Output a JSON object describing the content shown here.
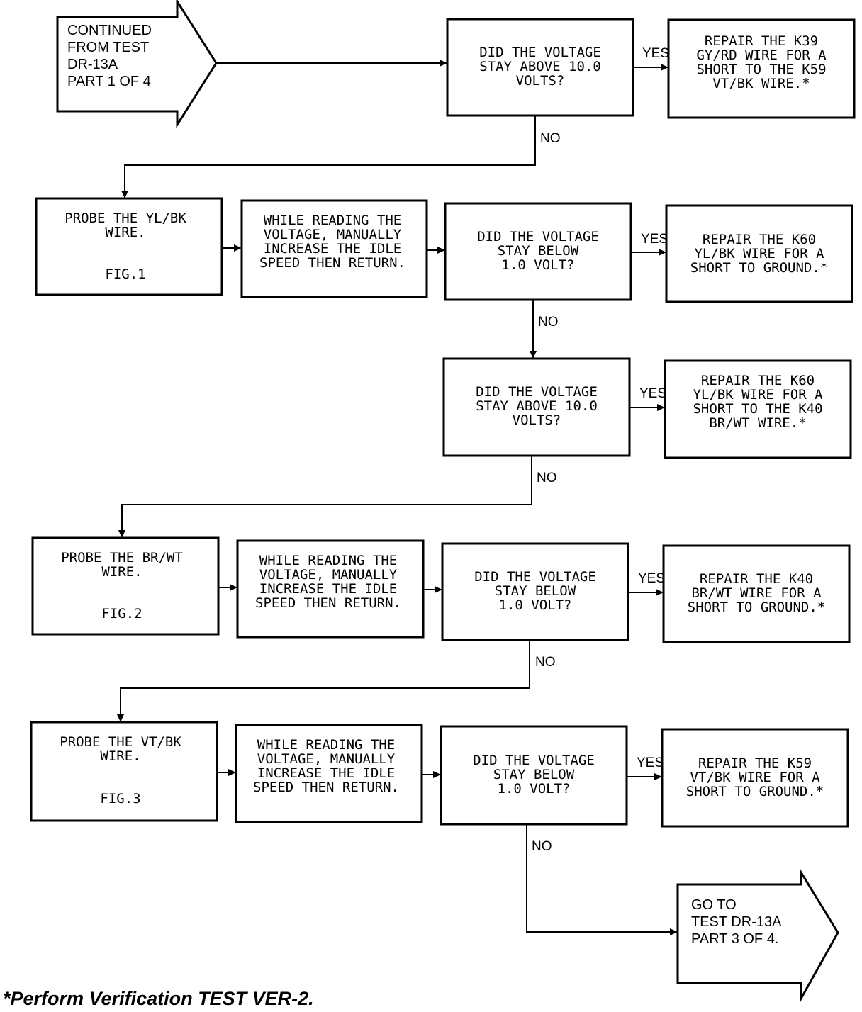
{
  "start": {
    "lines": [
      "CONTINUED",
      "FROM TEST",
      "DR-13A",
      "PART 1 OF 4"
    ]
  },
  "end": {
    "lines": [
      "GO TO",
      "TEST DR-13A",
      "PART 3 OF 4."
    ]
  },
  "rows": [
    {
      "question": [
        "DID THE VOLTAGE",
        "STAY ABOVE 10.0",
        "VOLTS?"
      ],
      "yes": [
        "REPAIR THE K39",
        "GY/RD WIRE FOR A",
        "SHORT TO THE K59",
        "VT/BK WIRE.*"
      ],
      "yes_label": "YES",
      "no_label": "NO"
    },
    {
      "probe": [
        "PROBE THE YL/BK",
        "WIRE."
      ],
      "fig": "FIG.1",
      "action": [
        "WHILE READING THE",
        "VOLTAGE, MANUALLY",
        "INCREASE THE IDLE",
        "SPEED THEN RETURN."
      ],
      "question": [
        "DID THE VOLTAGE",
        "STAY BELOW",
        "1.0 VOLT?"
      ],
      "yes": [
        "REPAIR THE K60",
        "YL/BK WIRE FOR A",
        "SHORT TO GROUND.*"
      ],
      "yes_label": "YES",
      "no_label": "NO"
    },
    {
      "question": [
        "DID THE VOLTAGE",
        "STAY ABOVE 10.0",
        "VOLTS?"
      ],
      "yes": [
        "REPAIR THE K60",
        "YL/BK WIRE FOR A",
        "SHORT TO THE K40",
        "BR/WT WIRE.*"
      ],
      "yes_label": "YES",
      "no_label": "NO"
    },
    {
      "probe": [
        "PROBE THE BR/WT",
        "WIRE."
      ],
      "fig": "FIG.2",
      "action": [
        "WHILE READING THE",
        "VOLTAGE, MANUALLY",
        "INCREASE THE IDLE",
        "SPEED THEN RETURN."
      ],
      "question": [
        "DID THE VOLTAGE",
        "STAY BELOW",
        "1.0 VOLT?"
      ],
      "yes": [
        "REPAIR THE K40",
        "BR/WT WIRE FOR A",
        "SHORT TO GROUND.*"
      ],
      "yes_label": "YES",
      "no_label": "NO"
    },
    {
      "probe": [
        "PROBE THE VT/BK",
        "WIRE."
      ],
      "fig": "FIG.3",
      "action": [
        "WHILE READING THE",
        "VOLTAGE, MANUALLY",
        "INCREASE THE IDLE",
        "SPEED THEN RETURN."
      ],
      "question": [
        "DID THE VOLTAGE",
        "STAY BELOW",
        "1.0 VOLT?"
      ],
      "yes": [
        "REPAIR THE K59",
        "VT/BK WIRE FOR A",
        "SHORT TO GROUND.*"
      ],
      "yes_label": "YES",
      "no_label": "NO"
    }
  ],
  "footnote": "*Perform Verification TEST VER-2."
}
